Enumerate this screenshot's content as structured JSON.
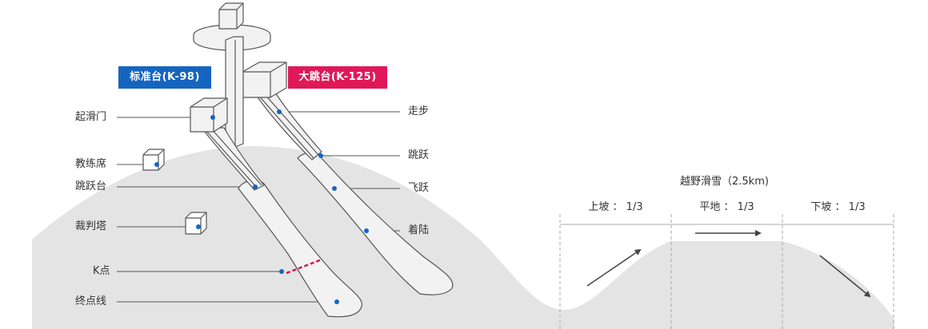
{
  "colors": {
    "normal_hill": "#1565c0",
    "large_hill": "#e0185a",
    "terrain": "#e4e4e4",
    "structure_fill": "#f2f2f2",
    "structure_stroke": "#555555",
    "k_point_line": "#d81b50"
  },
  "badges": {
    "normal_hill": "标准台(K-98)",
    "large_hill": "大跳台(K-125)"
  },
  "left_labels": {
    "start_gate": "起滑门",
    "coach_stand": "教练席",
    "takeoff_table": "跳跃台",
    "judge_tower": "裁判塔",
    "k_point": "K点",
    "finish_line": "终点线"
  },
  "right_labels": {
    "inrun": "走步",
    "takeoff": "跳跃",
    "flight": "飞跃",
    "landing": "着陆"
  },
  "cross_country": {
    "title": "越野滑雪（2.5km)",
    "segments": [
      {
        "label": "上坡 ： 1/3",
        "direction": "up"
      },
      {
        "label": "平地 ： 1/3",
        "direction": "flat"
      },
      {
        "label": "下坡 ： 1/3",
        "direction": "down"
      }
    ]
  }
}
